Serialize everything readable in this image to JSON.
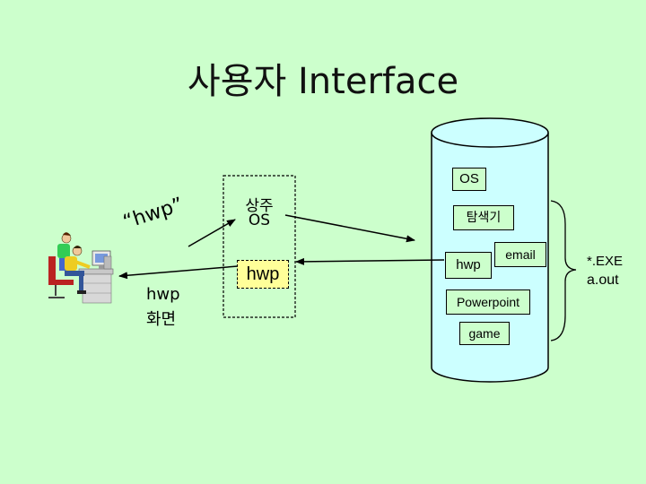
{
  "title": "사용자 Interface",
  "user": {
    "command_label": "“hwp”",
    "screen_label_line1": "hwp",
    "screen_label_line2": "화면"
  },
  "resident": {
    "resident_line1": "상주",
    "resident_line2": "OS",
    "hwp_label": "hwp"
  },
  "disk": {
    "os_label": "OS",
    "explorer_label": "탐색기",
    "hwp_label": "hwp",
    "email_label": "email",
    "powerpoint_label": "Powerpoint",
    "game_label": "game"
  },
  "file_types": {
    "exe_label": "*.EXE",
    "aout_label": "a.out"
  },
  "colors": {
    "background": "#ccffcc",
    "cylinder_fill": "#ccffff",
    "stroke": "#000000"
  },
  "icons": [
    "computer-user-clipart-icon"
  ]
}
